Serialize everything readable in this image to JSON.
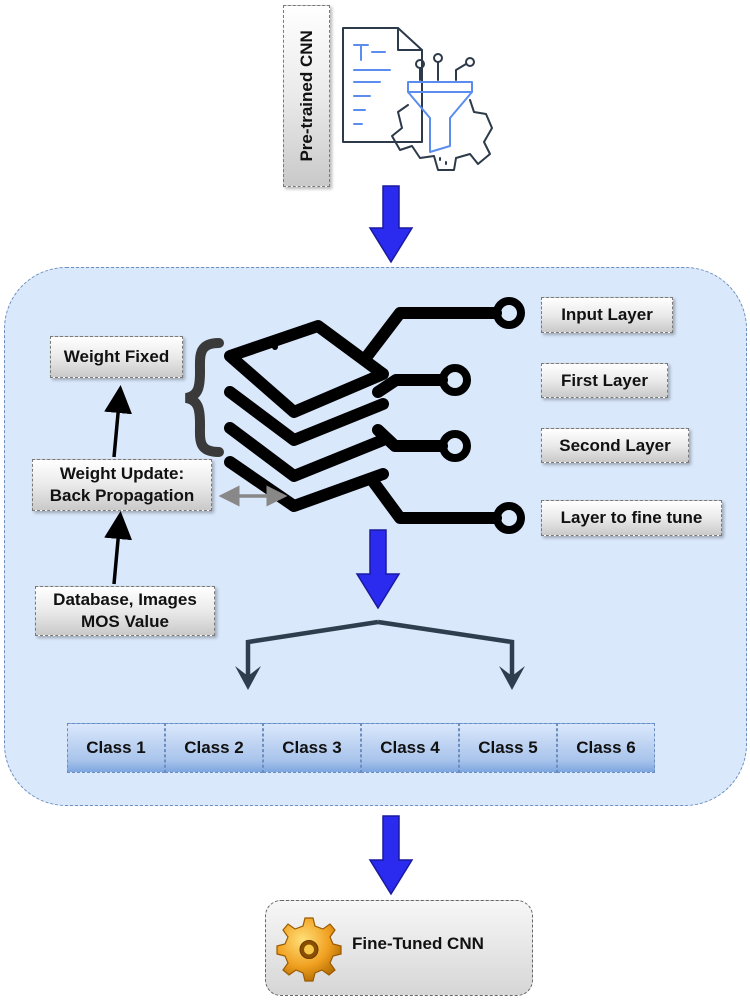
{
  "source": {
    "label": "Pre-trained CNN"
  },
  "layers": {
    "input": "Input Layer",
    "first": "First Layer",
    "second": "Second Layer",
    "fine_tune": "Layer to fine tune"
  },
  "training": {
    "weight_fixed": "Weight Fixed",
    "weight_update_line1": "Weight Update:",
    "weight_update_line2": "Back Propagation",
    "database_line1": "Database, Images",
    "database_line2": "MOS Value"
  },
  "classes": [
    "Class 1",
    "Class 2",
    "Class 3",
    "Class 4",
    "Class 5",
    "Class 6"
  ],
  "output": {
    "label": "Fine-Tuned CNN"
  },
  "colors": {
    "flow_arrow": "#2b2bf0",
    "panel_fill": "#dae8fc",
    "panel_border": "#6c8ebf",
    "branch_arrow": "#2f3e4e",
    "gear": "#f0a020"
  },
  "icons": {
    "source": "document-funnel-gear-icon",
    "network": "stacked-layers-circuit-icon",
    "output": "gear-icon"
  }
}
